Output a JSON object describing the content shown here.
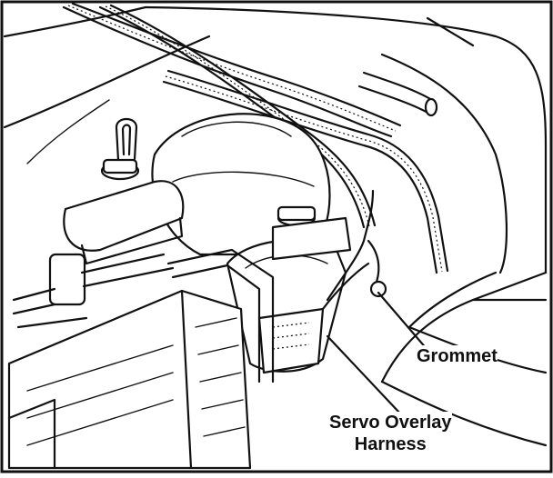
{
  "labels": {
    "grommet": "Grommet",
    "servo_line1": "Servo Overlay",
    "servo_line2": "Harness"
  }
}
